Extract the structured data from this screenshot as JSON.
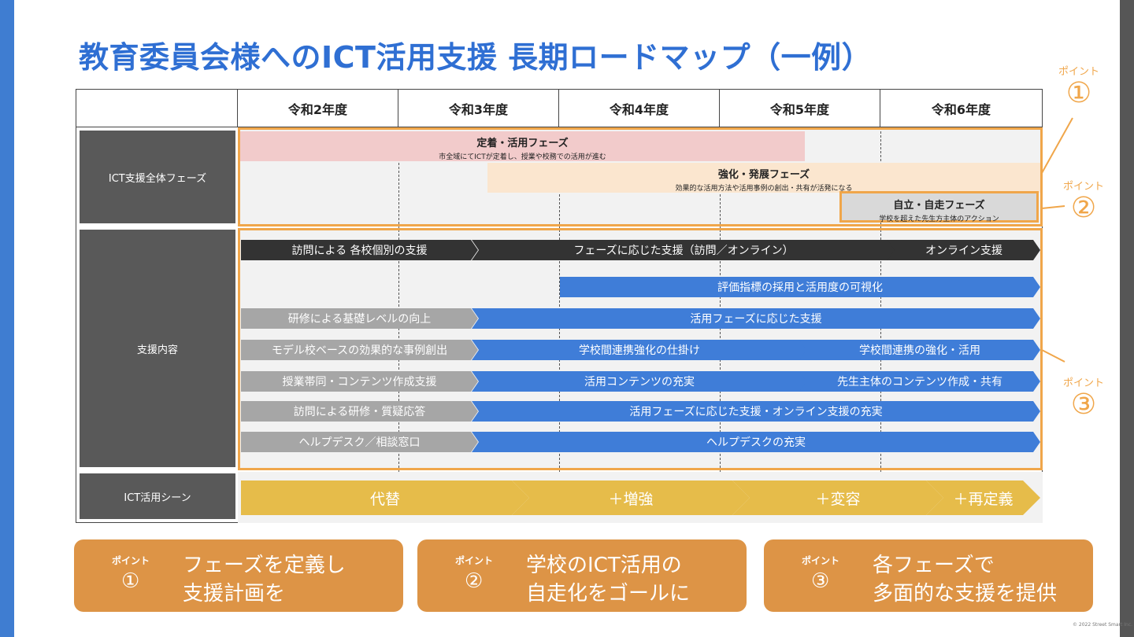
{
  "title": "教育委員会様へのICT活用支援 長期ロードマップ（一例）",
  "years": [
    "令和2年度",
    "令和3年度",
    "令和4年度",
    "令和5年度",
    "令和6年度"
  ],
  "row_labels": {
    "phase": "ICT支援全体フェーズ",
    "support": "支援内容",
    "scene": "ICT活用シーン"
  },
  "phases": [
    {
      "name": "定着・活用フェーズ",
      "desc": "市全域にてICTが定着し、授業や校務での活用が進む",
      "color": "#f2cbcb"
    },
    {
      "name": "強化・発展フェーズ",
      "desc": "効果的な活用方法や活用事例の創出・共有が活発になる",
      "color": "#fbe6cf"
    },
    {
      "name": "自立・自走フェーズ",
      "desc": "学校を超えた先生方主体のアクション",
      "color": "#d9d9d9"
    }
  ],
  "support_rows": [
    [
      "訪問による 各校個別の支援",
      "フェーズに応じた支援（訪問／オンライン）",
      "オンライン支援"
    ],
    [
      "評価指標の採用と活用度の可視化"
    ],
    [
      "研修による基礎レベルの向上",
      "活用フェーズに応じた支援"
    ],
    [
      "モデル校ベースの効果的な事例創出",
      "学校間連携強化の仕掛け",
      "学校間連携の強化・活用"
    ],
    [
      "授業帯同・コンテンツ作成支援",
      "活用コンテンツの充実",
      "先生主体のコンテンツ作成・共有"
    ],
    [
      "訪問による研修・質疑応答",
      "活用フェーズに応じた支援・オンライン支援の充実"
    ],
    [
      "ヘルプデスク／相談窓口",
      "ヘルプデスクの充実"
    ]
  ],
  "scenes": [
    "代替",
    "＋増強",
    "＋変容",
    "＋再定義"
  ],
  "point_label": "ポイント",
  "point_numbers": [
    "①",
    "②",
    "③"
  ],
  "cards": [
    {
      "label": "ポイント",
      "num": "①",
      "line1": "フェーズを定義し",
      "line2": "支援計画を"
    },
    {
      "label": "ポイント",
      "num": "②",
      "line1": "学校のICT活用の",
      "line2": "自走化をゴールに"
    },
    {
      "label": "ポイント",
      "num": "③",
      "line1": "各フェーズで",
      "line2": "多面的な支援を提供"
    }
  ],
  "copyright": "© 2022 Street Smart Inc.",
  "colors": {
    "accent": "#f0a64a",
    "title": "#2f6fd3",
    "blue_arrow": "#3f7dd8",
    "dark_arrow": "#333333",
    "gray_arrow": "#a6a6a6",
    "scene_arrow": "#e6bc4a",
    "card": "#dd9446"
  }
}
